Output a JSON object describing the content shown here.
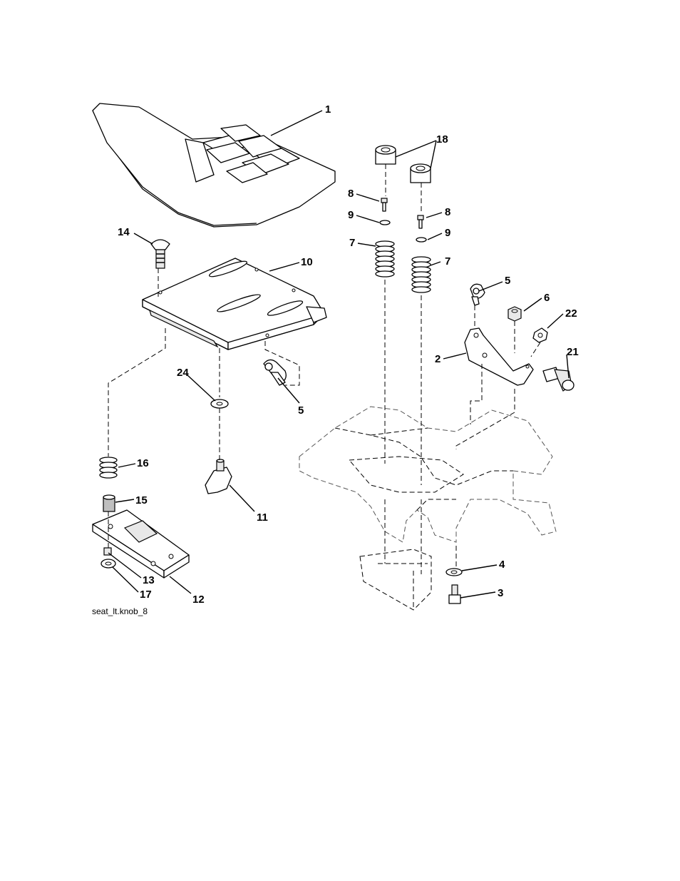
{
  "caption": "seat_lt.knob_8",
  "callouts": {
    "c1": "1",
    "c18": "18",
    "c8a": "8",
    "c8b": "8",
    "c9a": "9",
    "c9b": "9",
    "c7a": "7",
    "c7b": "7",
    "c14": "14",
    "c10": "10",
    "c5a": "5",
    "c5b": "5",
    "c6": "6",
    "c22": "22",
    "c2": "2",
    "c21": "21",
    "c24": "24",
    "c16": "16",
    "c15": "15",
    "c11": "11",
    "c13": "13",
    "c17": "17",
    "c12": "12",
    "c4": "4",
    "c3": "3"
  }
}
